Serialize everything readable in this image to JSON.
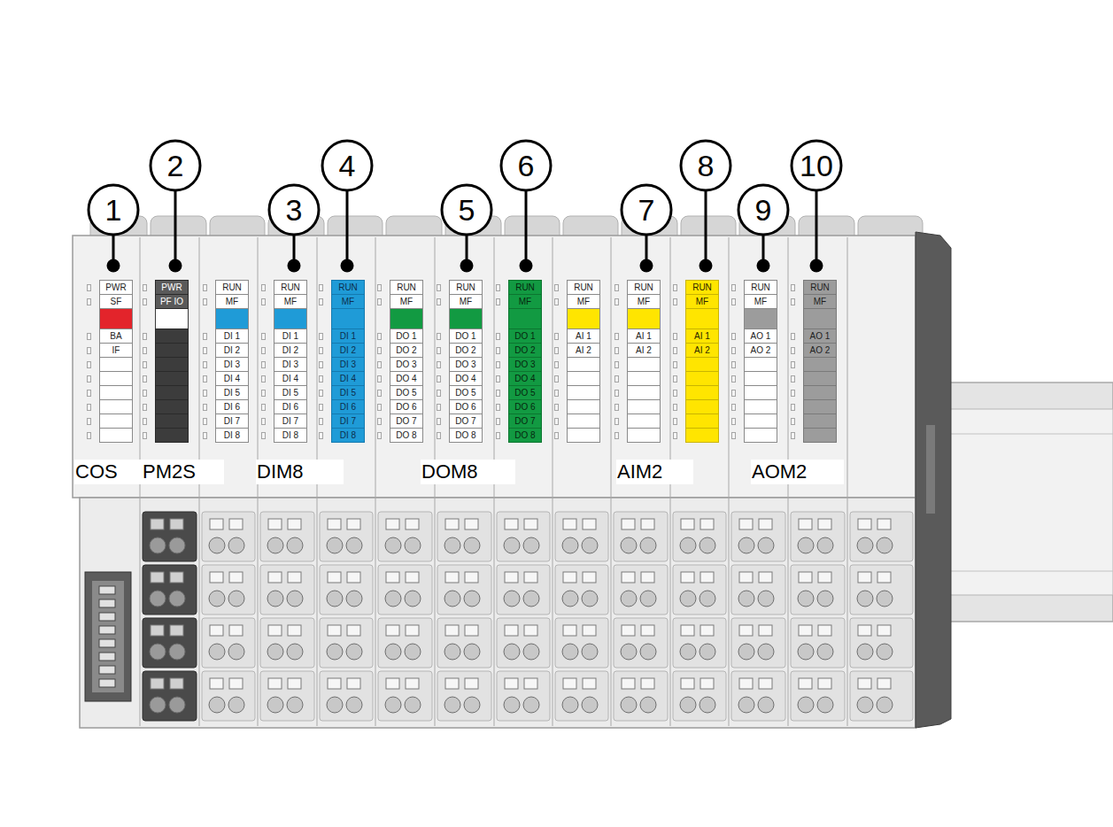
{
  "diagram": {
    "nodes": [
      {
        "text": [
          "PWR",
          "SF",
          "BA",
          "IF"
        ]
      },
      {
        "text": [
          "PWR",
          "PF IO"
        ]
      },
      {
        "text": [
          "RUN",
          "MF",
          "DI 1",
          "DI 2",
          "DI 3",
          "DI 4",
          "DI 5",
          "DI 6",
          "DI 7",
          "DI 8"
        ]
      },
      {
        "text": [
          "RUN",
          "MF",
          "DI 1",
          "DI 2",
          "DI 3",
          "DI 4",
          "DI 5",
          "DI 6",
          "DI 7",
          "DI 8"
        ]
      },
      {
        "text": [
          "RUN",
          "MF",
          "DI 1",
          "DI 2",
          "DI 3",
          "DI 4",
          "DI 5",
          "DI 6",
          "DI 7",
          "DI 8"
        ]
      },
      {
        "text": [
          "RUN",
          "MF",
          "DO 1",
          "DO 2",
          "DO 3",
          "DO 4",
          "DO 5",
          "DO 6",
          "DO 7",
          "DO 8"
        ]
      },
      {
        "text": [
          "RUN",
          "MF",
          "DO 1",
          "DO 2",
          "DO 3",
          "DO 4",
          "DO 5",
          "DO 6",
          "DO 7",
          "DO 8"
        ]
      },
      {
        "text": [
          "RUN",
          "MF",
          "DO 1",
          "DO 2",
          "DO 3",
          "DO 4",
          "DO 5",
          "DO 6",
          "DO 7",
          "DO 8"
        ]
      },
      {
        "text": [
          "RUN",
          "MF",
          "AI 1",
          "AI 2"
        ]
      },
      {
        "text": [
          "RUN",
          "MF",
          "AI 1",
          "AI 2"
        ]
      },
      {
        "text": [
          "RUN",
          "MF",
          "AI 1",
          "AI 2"
        ]
      },
      {
        "text": [
          "RUN",
          "MF",
          "AO 1",
          "AO 2"
        ]
      },
      {
        "text": [
          "RUN",
          "MF",
          "AO 1",
          "AO 2"
        ]
      }
    ],
    "labels": [
      "1",
      "2",
      "3",
      "4",
      "5",
      "6",
      "7",
      "8",
      "9",
      "10",
      "COS",
      "PM2S",
      "DIM8",
      "DOM8",
      "AIM2",
      "AOM2"
    ]
  }
}
